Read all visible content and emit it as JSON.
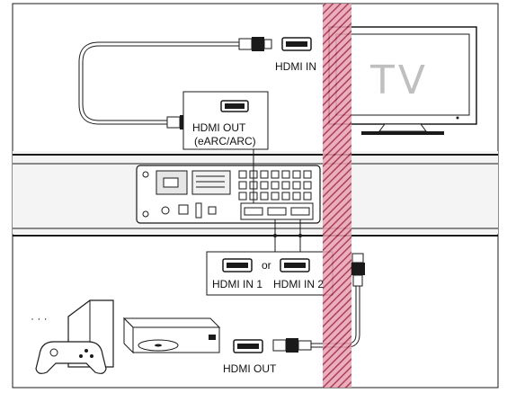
{
  "tv": {
    "label": "TV"
  },
  "labels": {
    "tv_hdmi_in": "HDMI IN",
    "soundbar_hdmi_out": "HDMI OUT",
    "soundbar_hdmi_out_sub": "(eARC/ARC)",
    "hdmi_in_1": "HDMI IN 1",
    "or": "or",
    "hdmi_in_2": "HDMI IN 2",
    "source_hdmi_out": "HDMI OUT"
  },
  "colors": {
    "line": "#1a1a1a",
    "highlight_band": "#b0304a",
    "panel_bg": "#ffffff",
    "device_gray": "#d9d9d9",
    "tv_text": "#bfbfbf"
  }
}
